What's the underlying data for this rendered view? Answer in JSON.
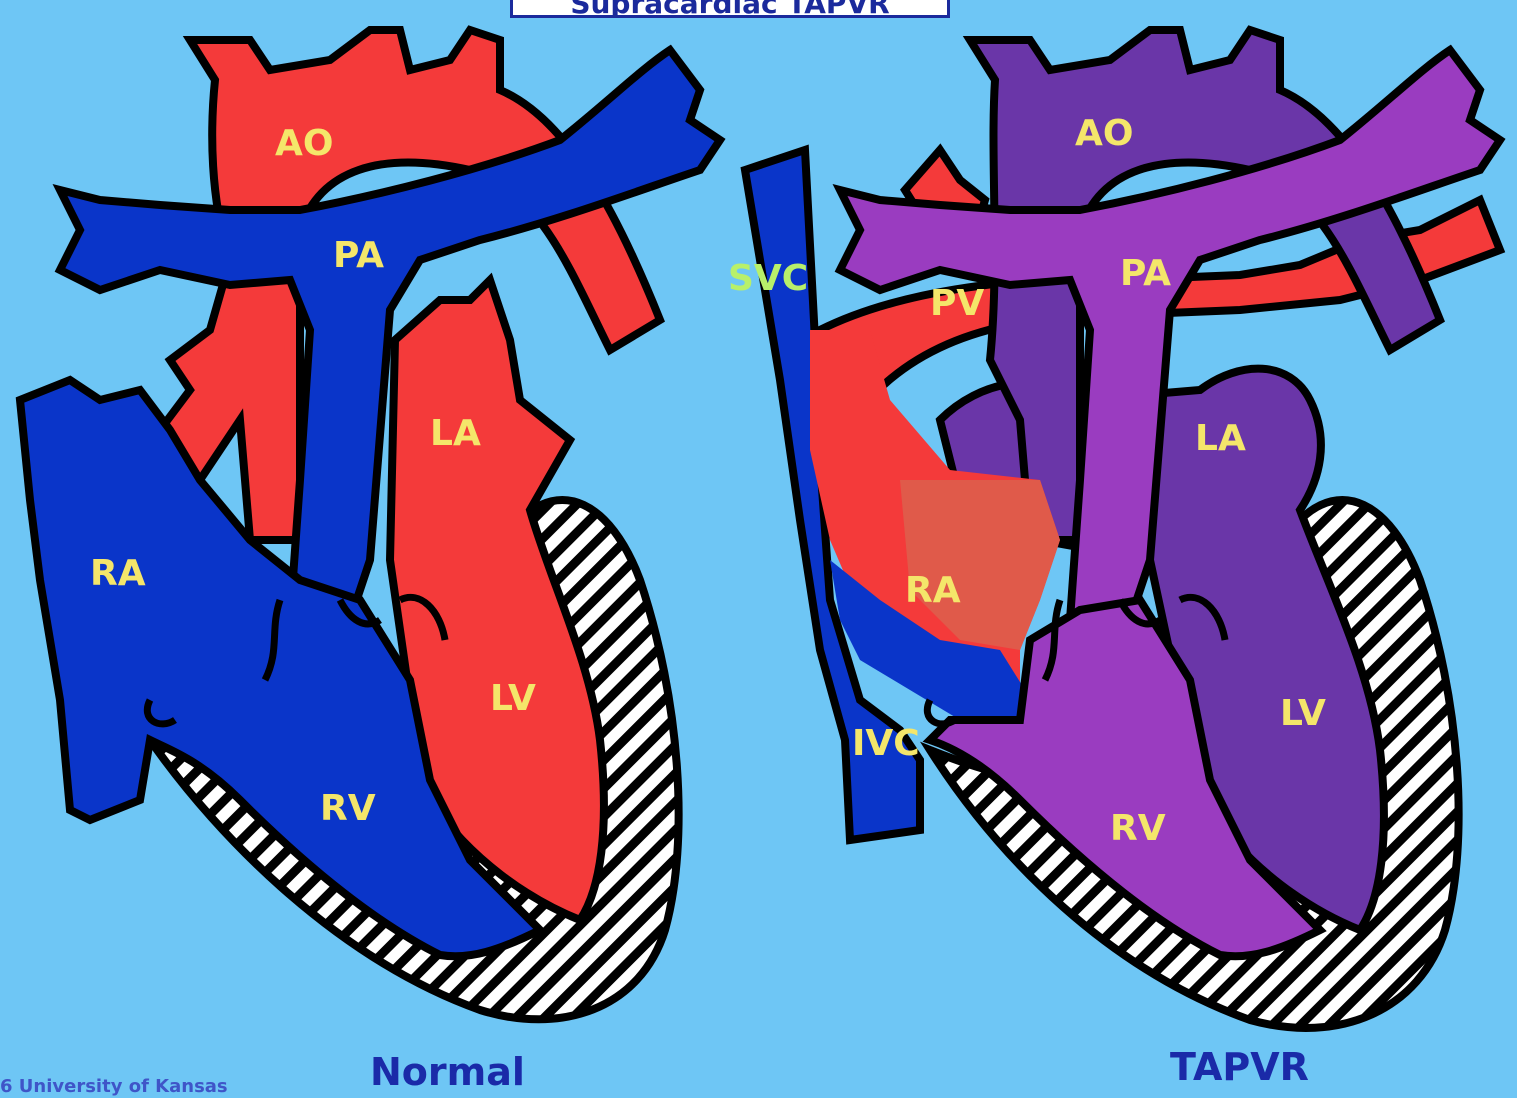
{
  "header": {
    "title": "Supracardiac TAPVR"
  },
  "copyright": "6 University of Kansas",
  "left_heart": {
    "caption": "Normal",
    "labels": {
      "ao": "AO",
      "pa": "PA",
      "la": "LA",
      "ra": "RA",
      "lv": "LV",
      "rv": "RV"
    }
  },
  "right_heart": {
    "caption": "TAPVR",
    "labels": {
      "ao": "AO",
      "pa": "PA",
      "la": "LA",
      "ra": "RA",
      "lv": "LV",
      "rv": "RV",
      "svc": "SVC",
      "ivc": "IVC",
      "pv": "PV"
    }
  },
  "colors": {
    "background": "#6ec6f5",
    "oxygenated": "#f43a3a",
    "deoxygenated": "#0a35c9",
    "mixed_dark": "#6a36a8",
    "mixed_light": "#9a3cc0",
    "outline": "#000000",
    "label": "#f4e66a"
  }
}
